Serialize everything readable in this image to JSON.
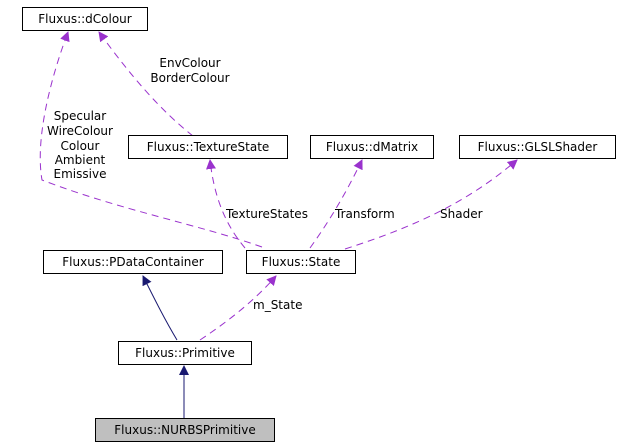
{
  "diagram": {
    "nodes": {
      "dcolour": "Fluxus::dColour",
      "texturestate": "Fluxus::TextureState",
      "dmatrix": "Fluxus::dMatrix",
      "glslshader": "Fluxus::GLSLShader",
      "pdatacontainer": "Fluxus::PDataContainer",
      "state": "Fluxus::State",
      "primitive": "Fluxus::Primitive",
      "nurbsprimitive": "Fluxus::NURBSPrimitive"
    },
    "edge_labels": {
      "state_dcolour": [
        "Specular",
        "WireColour",
        "Colour",
        "Ambient",
        "Emissive"
      ],
      "texturestate_dcolour": [
        "EnvColour",
        "BorderColour"
      ],
      "state_texturestate": "TextureStates",
      "state_dmatrix": "Transform",
      "state_glslshader": "Shader",
      "primitive_state": "m_State"
    },
    "colors": {
      "inheritance": "#191970",
      "usage": "#9a32cd",
      "current_node_fill": "#bfbfbf"
    }
  }
}
